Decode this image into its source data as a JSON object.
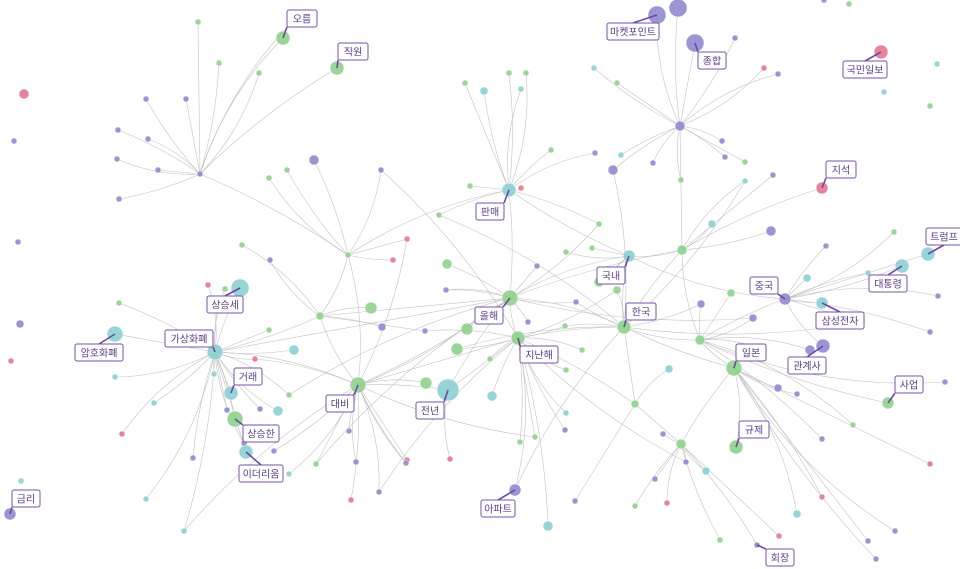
{
  "colors": {
    "green": "#8fd18c",
    "teal": "#8ccfd0",
    "purple": "#8f89cf",
    "pink": "#e57594",
    "edge": "#b9b9b9",
    "label_border": "#7a52a8",
    "label_text": "#5b3c8a"
  },
  "labels": {
    "oreum": "오름",
    "jikwon": "직원",
    "marketpoint": "마켓포인트",
    "jonghap": "종합",
    "kukmin": "국민일보",
    "jisuk": "지석",
    "panmae": "판매",
    "trump": "트럼프",
    "daetongryeong": "대통령",
    "gungnae": "국내",
    "junggook": "중국",
    "sangseungse": "상승세",
    "olhae": "올해",
    "hanguk": "한국",
    "samsung": "삼성전자",
    "gasanghwapye": "가상화폐",
    "amhohwapye": "암호화폐",
    "jinanhae": "지난해",
    "ilbon": "일본",
    "gwangye": "관계사",
    "georae": "거래",
    "daebi": "대비",
    "jeonnyeon": "전년",
    "saeop": "사업",
    "sangseunghan": "상승한",
    "gyuje": "규제",
    "ethereum": "이더리움",
    "geumri": "금리",
    "apartment": "아파트",
    "hoejang": "회장"
  }
}
